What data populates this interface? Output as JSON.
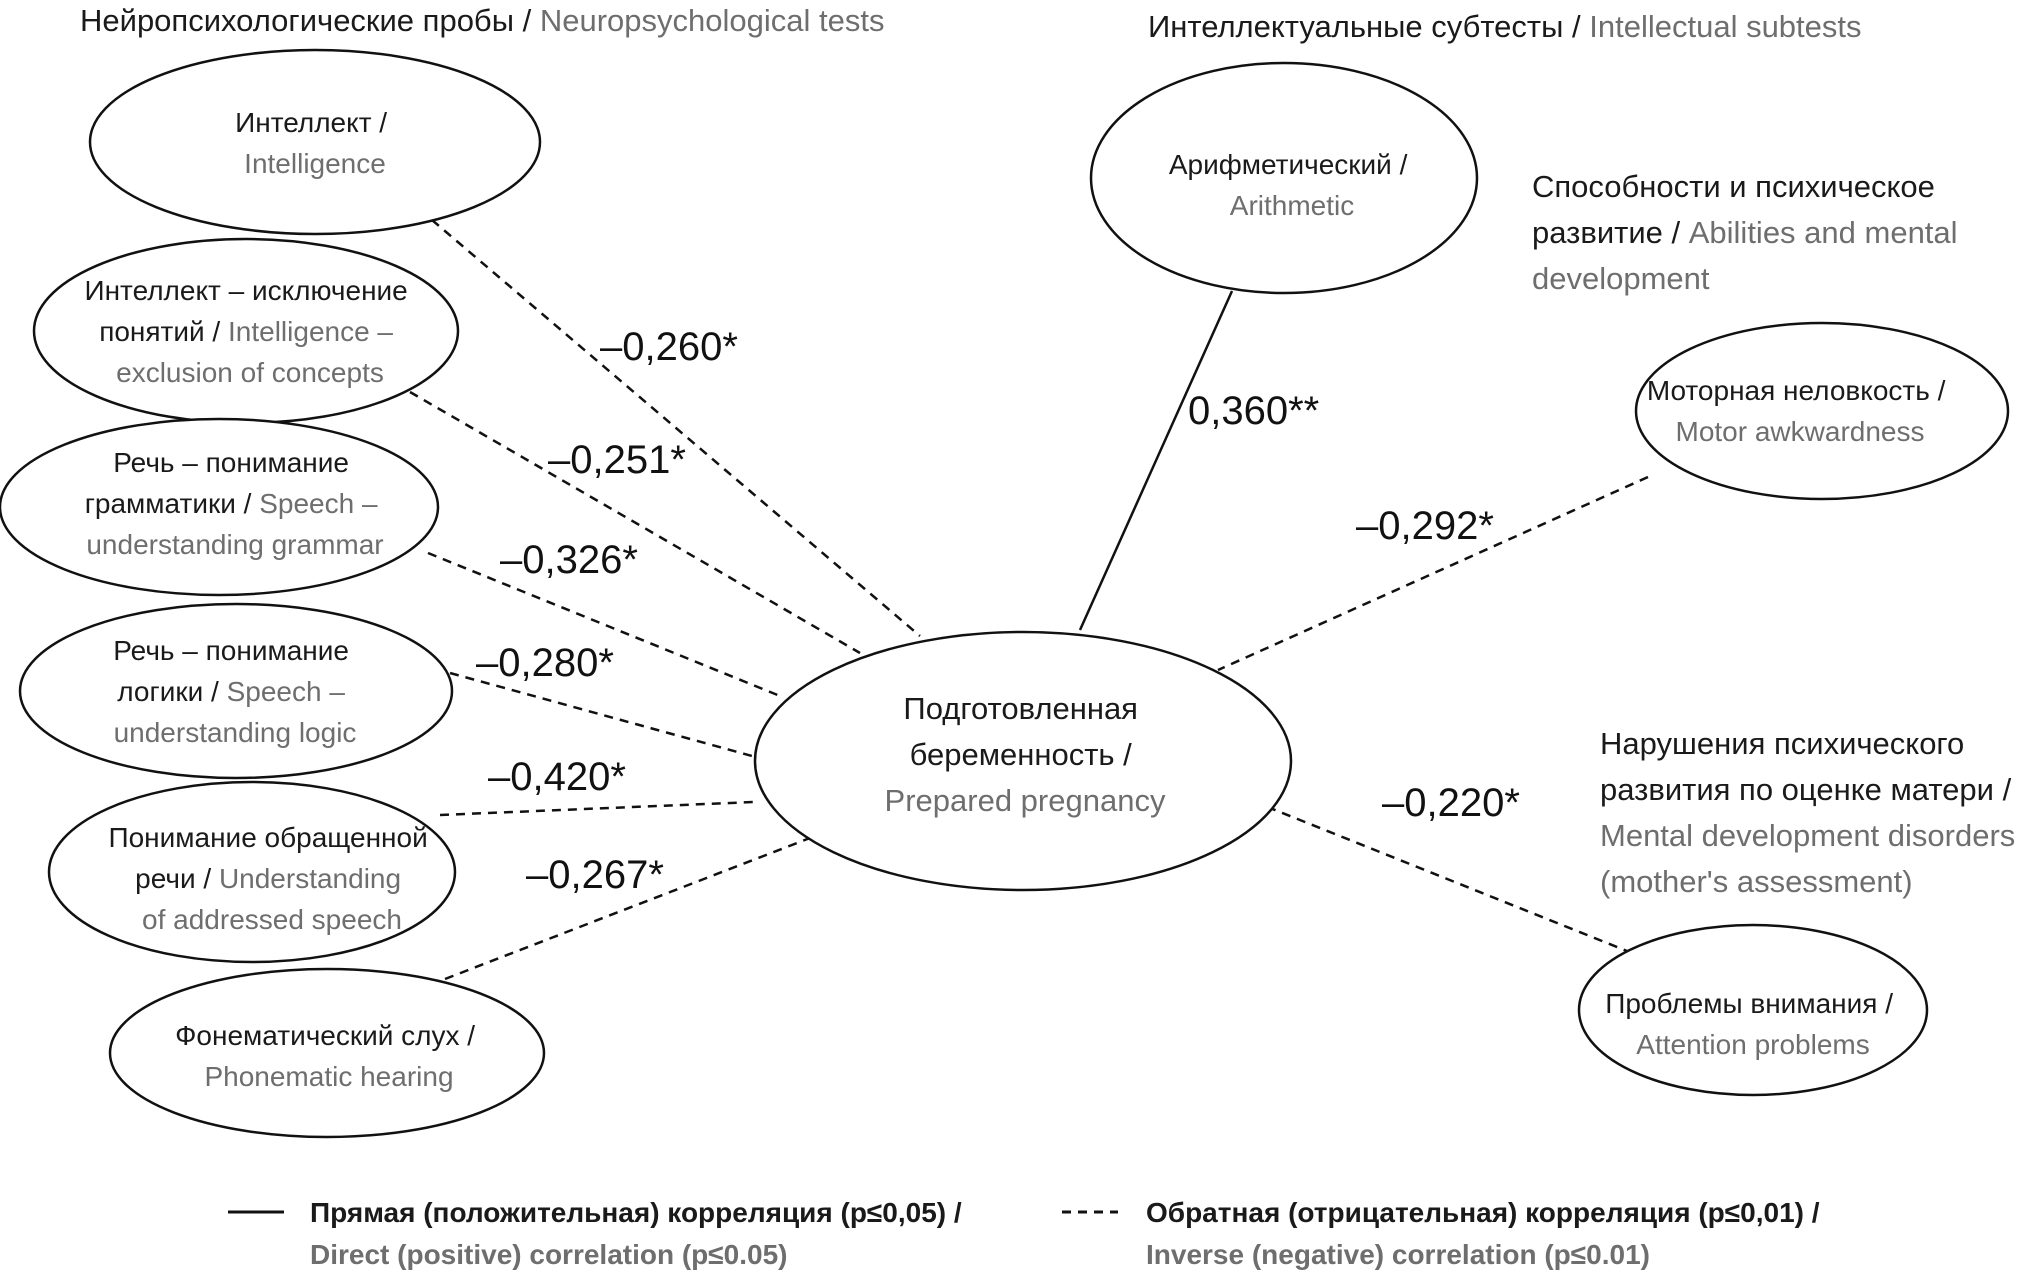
{
  "headers": {
    "neuro": {
      "ru": "Нейропсихологические пробы",
      "sep": " / ",
      "en": "Neuropsychological tests"
    },
    "intellect": {
      "ru": "Интеллектуальные субтесты",
      "sep": " / ",
      "en": "Intellectual subtests"
    },
    "abilities": {
      "l1ru": "Способности и психическое",
      "l2ru": "развитие",
      "sep": " / ",
      "l2en": "Abilities and mental",
      "l3en": "development"
    },
    "disorders": {
      "l1ru": "Нарушения психического",
      "l2ru": "развития по оценке матери /",
      "l3en": "Mental development disorders",
      "l4en": "(mother's assessment)"
    }
  },
  "center": {
    "l1": "Подготовленная",
    "l2": "беременность /",
    "l3": "Prepared pregnancy"
  },
  "nodes": {
    "intelligence": {
      "l1": "Интеллект /",
      "l2": "Intelligence",
      "corr": "–0,260*"
    },
    "exclusion": {
      "l1": "Интеллект – исключение",
      "l2ru": "понятий",
      "sep": " / ",
      "l2en": "Intelligence –",
      "l3": "exclusion of concepts",
      "corr": "–0,251*"
    },
    "grammar": {
      "l1": "Речь – понимание",
      "l2ru": "грамматики",
      "sep": " / ",
      "l2en": "Speech –",
      "l3": "understanding grammar",
      "corr": "–0,326*"
    },
    "logic": {
      "l1": "Речь – понимание",
      "l2ru": "логики",
      "sep": " / ",
      "l2en": "Speech –",
      "l3": "understanding logic",
      "corr": "–0,280*"
    },
    "addressed": {
      "l1": "Понимание обращенной",
      "l2ru": "речи",
      "sep": " / ",
      "l2en": "Understanding",
      "l3": "of addressed speech",
      "corr": "–0,420*"
    },
    "phonematic": {
      "l1": "Фонематический слух /",
      "l2": "Phonematic hearing",
      "corr": "–0,267*"
    },
    "arithmetic": {
      "l1": "Арифметический /",
      "l2": "Arithmetic",
      "corr": "0,360**"
    },
    "motor": {
      "l1": "Моторная неловкость /",
      "l2": "Motor awkwardness",
      "corr": "–0,292*"
    },
    "attention": {
      "l1": "Проблемы внимания /",
      "l2": "Attention problems",
      "corr": "–0,220*"
    }
  },
  "legend": {
    "direct": {
      "ru": "Прямая (положительная) корреляция (p≤0,05) /",
      "en": "Direct (positive) correlation (p≤0.05)"
    },
    "inverse": {
      "ru": "Обратная (отрицательная) корреляция (p≤0,01) /",
      "en": "Inverse (negative) correlation (p≤0.01)"
    }
  }
}
